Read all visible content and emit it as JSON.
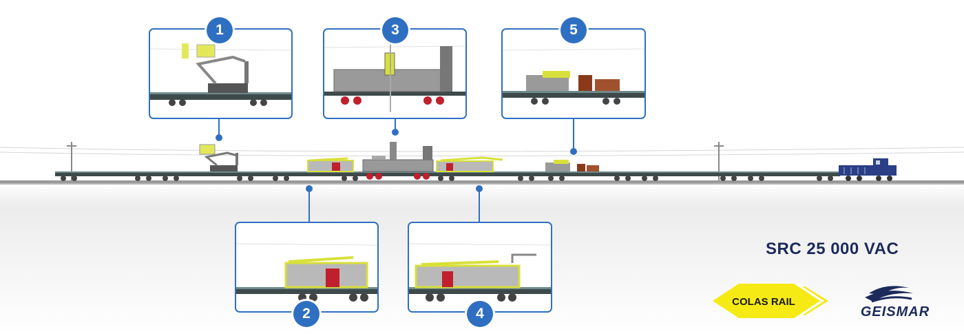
{
  "title": "SRC 25 000 VAC",
  "callouts": [
    {
      "number": "1"
    },
    {
      "number": "2"
    },
    {
      "number": "3"
    },
    {
      "number": "4"
    },
    {
      "number": "5"
    }
  ],
  "logos": {
    "colas": "COLAS RAIL",
    "geismar": "GEISMAR"
  },
  "colors": {
    "accent": "#2f6fc1",
    "title": "#1c2a5c",
    "colas_yellow": "#f5ea14",
    "geismar_blue": "#1c2a5c",
    "machine_yellow": "#d8e03a",
    "wheel_red": "#c0202e",
    "locomotive": "#2b3f86",
    "cargo_brown": "#8a3a1a"
  }
}
